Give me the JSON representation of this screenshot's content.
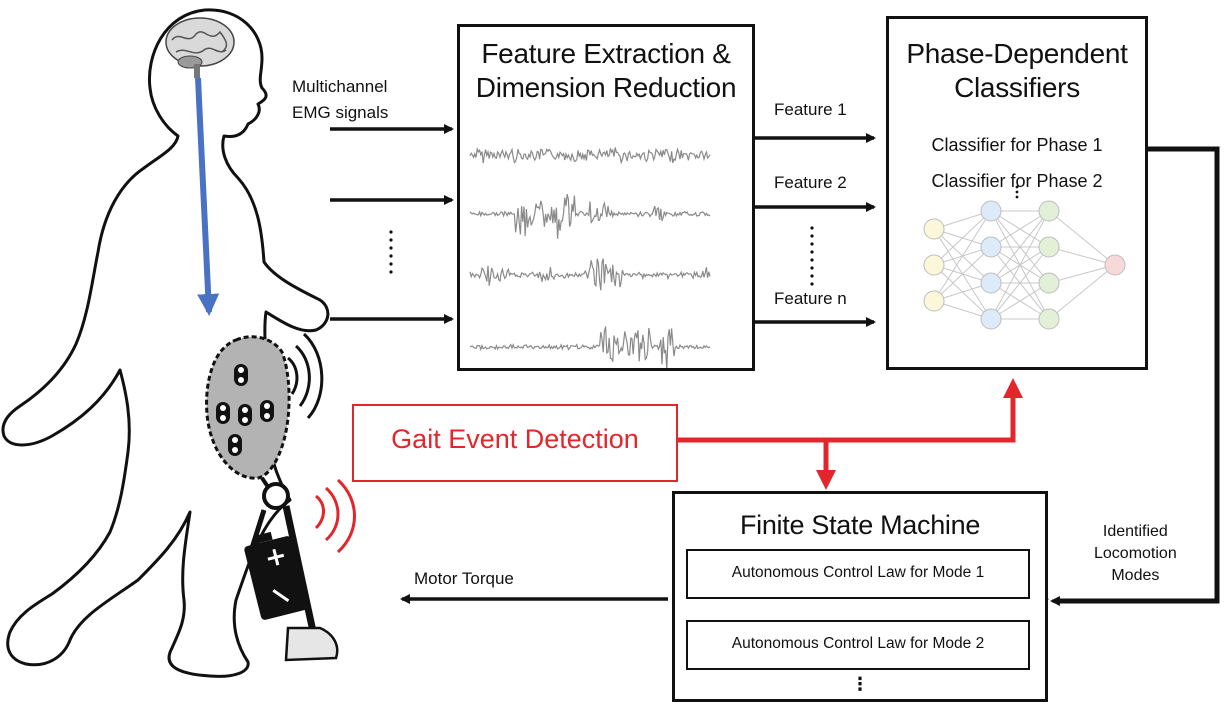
{
  "input": {
    "emg_label": "Multichannel\nEMG signals",
    "dots": "⋮"
  },
  "feature_box": {
    "title": "Feature Extraction &\nDimension Reduction"
  },
  "features": {
    "f1": "Feature 1",
    "f2": "Feature 2",
    "fn": "Feature n",
    "dots": "⋮"
  },
  "classifier_box": {
    "title": "Phase-Dependent\nClassifiers",
    "line1": "Classifier for Phase 1",
    "line2": "Classifier for Phase 2",
    "dots": "⋮"
  },
  "gait_box": {
    "label": "Gait Event Detection"
  },
  "fsm_box": {
    "title": "Finite State Machine",
    "law1": "Autonomous Control Law for Mode 1",
    "law2": "Autonomous Control Law for Mode 2",
    "dots": "⋮"
  },
  "outputs": {
    "motor_torque": "Motor Torque",
    "identified_modes": "Identified\nLocomotion\nModes"
  },
  "colors": {
    "signal_red": "#e3262b",
    "brain_arrow_blue": "#4a72c4",
    "emg_gray": "#8a8a8a",
    "socket_gray": "#b3b3b3"
  }
}
